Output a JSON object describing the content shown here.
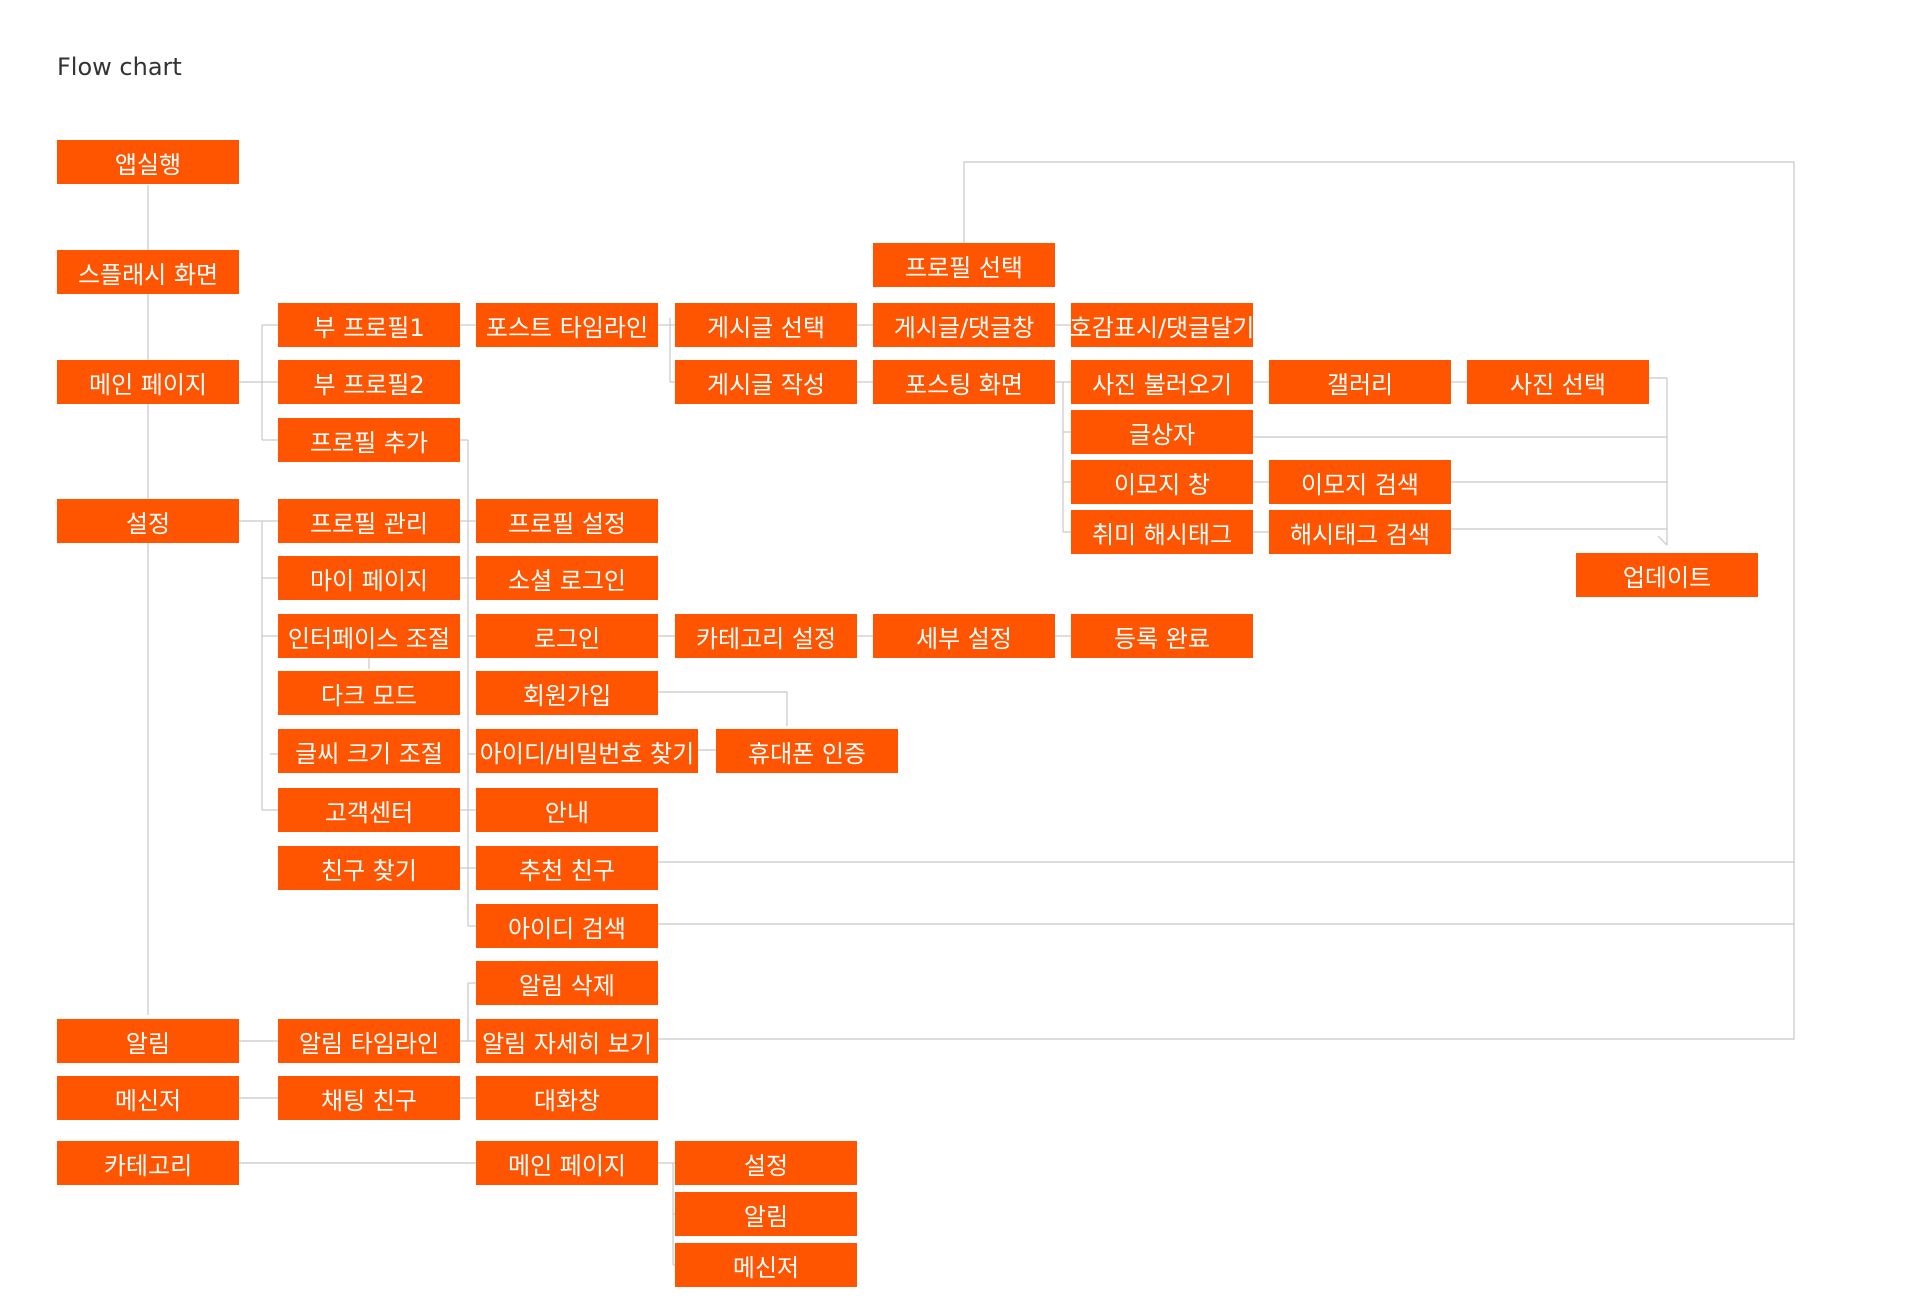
{
  "title": "Flow chart",
  "colors": {
    "box": "#ff5500",
    "text": "#ffffff",
    "line": "#c8c8c8"
  },
  "nodes": {
    "app_launch": "앱실행",
    "splash": "스플래시 화면",
    "main_page": "메인 페이지",
    "settings": "설정",
    "notifications": "알림",
    "messenger": "메신저",
    "category": "카테고리",
    "sub_profile1": "부 프로필1",
    "sub_profile2": "부 프로필2",
    "add_profile": "프로필 추가",
    "profile_manage": "프로필 관리",
    "my_page": "마이 페이지",
    "interface_adjust": "인터페이스 조절",
    "dark_mode": "다크 모드",
    "font_size": "글씨 크기 조절",
    "customer_center": "고객센터",
    "find_friends": "친구 찾기",
    "notif_timeline": "알림 타임라인",
    "chat_friends": "채팅 친구",
    "post_timeline": "포스트 타임라인",
    "profile_settings": "프로필 설정",
    "social_login": "소셜 로그인",
    "login": "로그인",
    "signup": "회원가입",
    "find_id_pw": "아이디/비밀번호 찾기",
    "guide": "안내",
    "recommended_friends": "추천 친구",
    "id_search": "아이디 검색",
    "delete_notif": "알림 삭제",
    "notif_detail": "알림 자세히 보기",
    "chat_window": "대화창",
    "cat_main_page": "메인 페이지",
    "select_post": "게시글 선택",
    "write_post": "게시글 작성",
    "category_settings": "카테고리 설정",
    "phone_verify": "휴대폰 인증",
    "cat_settings": "설정",
    "cat_notifications": "알림",
    "cat_messenger": "메신저",
    "select_profile": "프로필 선택",
    "post_comments": "게시글/댓글창",
    "posting_screen": "포스팅 화면",
    "detail_settings": "세부 설정",
    "react_comment": "호감표시/댓글달기",
    "load_photo": "사진 불러오기",
    "text_box": "글상자",
    "emoji_window": "이모지 창",
    "hobby_hashtag": "취미 해시태그",
    "register_done": "등록 완료",
    "gallery": "갤러리",
    "emoji_search": "이모지 검색",
    "hashtag_search": "해시태그 검색",
    "select_photo": "사진 선택",
    "update": "업데이트"
  }
}
